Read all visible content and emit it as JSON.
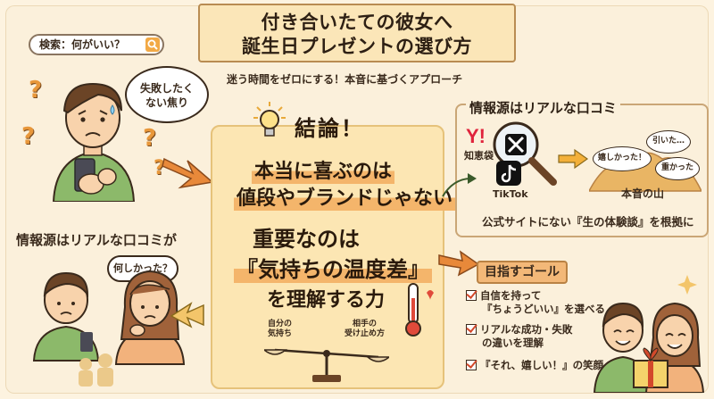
{
  "title": {
    "line1": "付き合いたての彼女へ",
    "line2": "誕生日プレゼントの選び方"
  },
  "subtitle": "迷う時間をゼロにする！本音に基づくアプローチ",
  "search": {
    "text": "検索：何がいい？"
  },
  "worry_bubble": {
    "line1": "失敗したく",
    "line2": "ない焦り"
  },
  "conclusion": {
    "label": "結論！",
    "line1": "本当に喜ぶのは",
    "line2": "値段やブランドじゃない",
    "line3": "重要なのは",
    "line4": "『気持ちの温度差』",
    "line5": "を理解する力"
  },
  "scale": {
    "left_line1": "自分の",
    "left_line2": "気持ち",
    "right_line1": "相手の",
    "right_line2": "受け止め方"
  },
  "sources": {
    "title": "情報源はリアルな口コミ",
    "chiebukuro_label": "知恵袋",
    "yahoo_logo": "Y!",
    "tiktok_label": "TikTok",
    "bubble1": "嬉しかった！",
    "bubble2": "引いた…",
    "bubble3": "重かった",
    "mountain_label": "本音の山",
    "caption": "公式サイトにない『生の体験談』を根拠に"
  },
  "left_section": {
    "label": "情報源はリアルな口コミが",
    "bubble": "何しかった？"
  },
  "goal": {
    "label": "目指すゴール",
    "items": [
      {
        "line1": "自信を持って",
        "line2": "『ちょうどいい』を選べる"
      },
      {
        "line1": "リアルな成功・失敗",
        "line2": "の違いを理解"
      },
      {
        "line1": "『それ、嬉しい！』の笑顔へ",
        "line2": ""
      }
    ]
  },
  "colors": {
    "background": "#fbf0db",
    "title_box": "#fbe6b8",
    "center_panel": "#fce6b3",
    "highlight": "#f4b56b",
    "arrow": "#e8893a",
    "goal_pill": "#f3b878"
  }
}
